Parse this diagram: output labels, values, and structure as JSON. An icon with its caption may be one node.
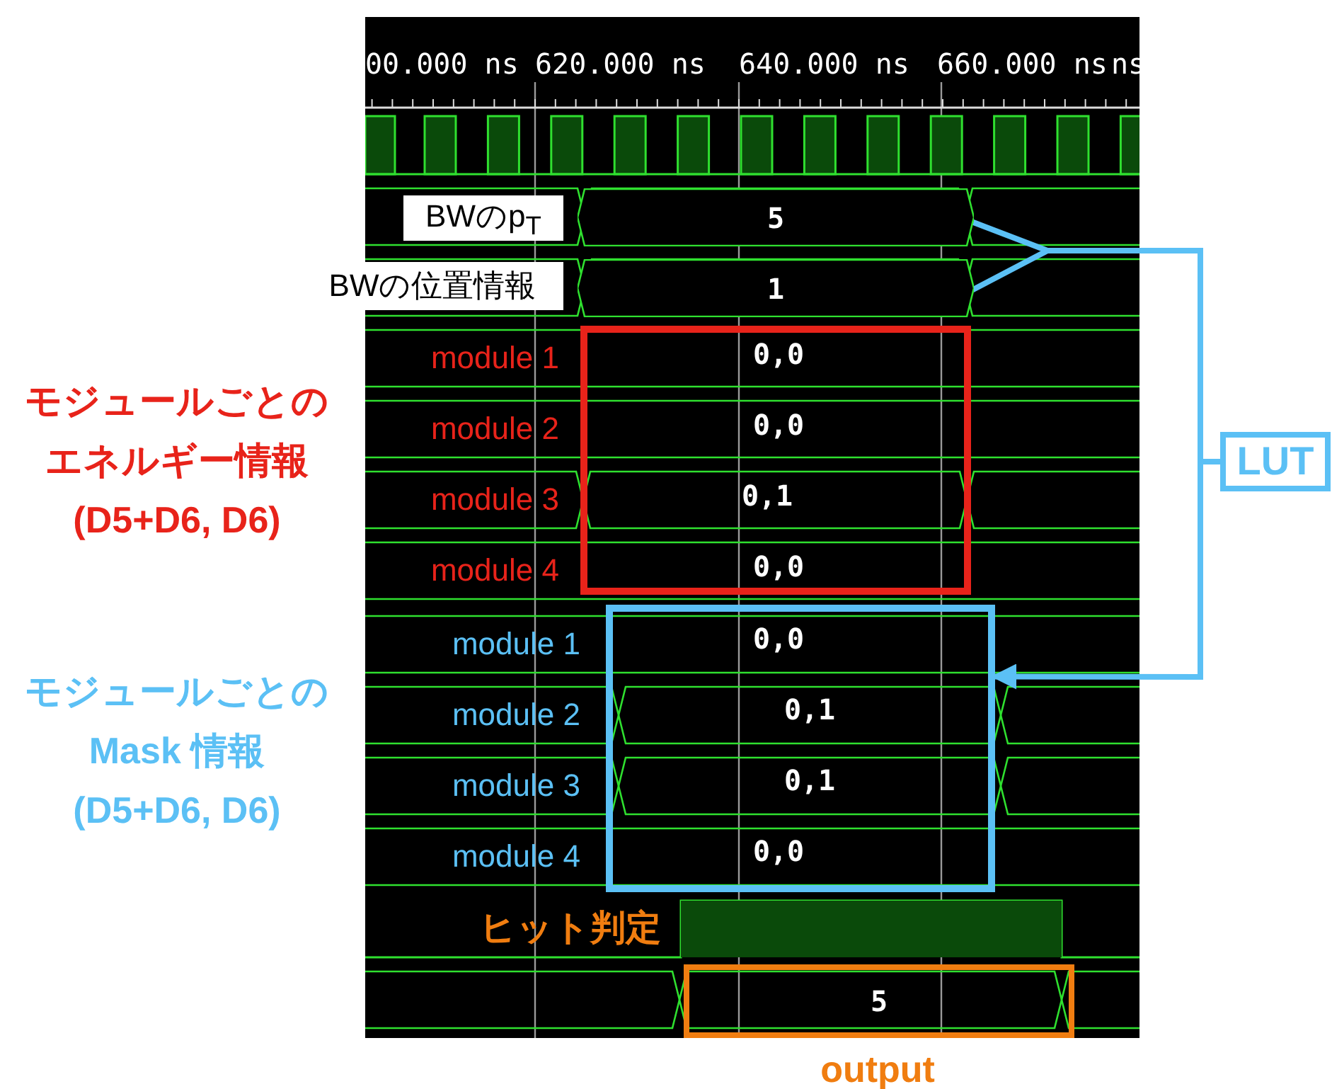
{
  "diagram": {
    "nodes": [
      {
        "text": [
          "BWのp$_{T}$"
        ]
      },
      {
        "text": [
          "BWの位置情報"
        ]
      },
      {
        "text": [
          "5"
        ]
      },
      {
        "text": [
          "1"
        ]
      },
      {
        "text": [],
        "shape": "box"
      },
      {
        "text": [],
        "shape": "box"
      },
      {
        "text": [
          "LUT"
        ]
      },
      {
        "text": [
          "5"
        ],
        "beside": [
          "output"
        ]
      }
    ],
    "edges": [
      {
        "from": 2,
        "to": 6,
        "arrow": "none"
      },
      {
        "from": 3,
        "to": 6,
        "arrow": "none"
      },
      {
        "from": 6,
        "to": 5,
        "arrow": "to"
      }
    ],
    "labels": [
      "00.000 ns",
      "620.000 ns",
      "640.000 ns",
      "660.000 ns",
      "ns",
      "モジュールごとのエネルギー情報 (D5+D6, D6)",
      "module 1",
      "0,0",
      "module 2",
      "0,0",
      "module 3",
      "0,1",
      "module 4",
      "0,0",
      "モジュールごとのMask 情報 (D5+D6, D6)",
      "module 1",
      "0,0",
      "module 2",
      "0,1",
      "module 3",
      "0,1",
      "module 4",
      "0,0",
      "ヒット判定"
    ]
  }
}
